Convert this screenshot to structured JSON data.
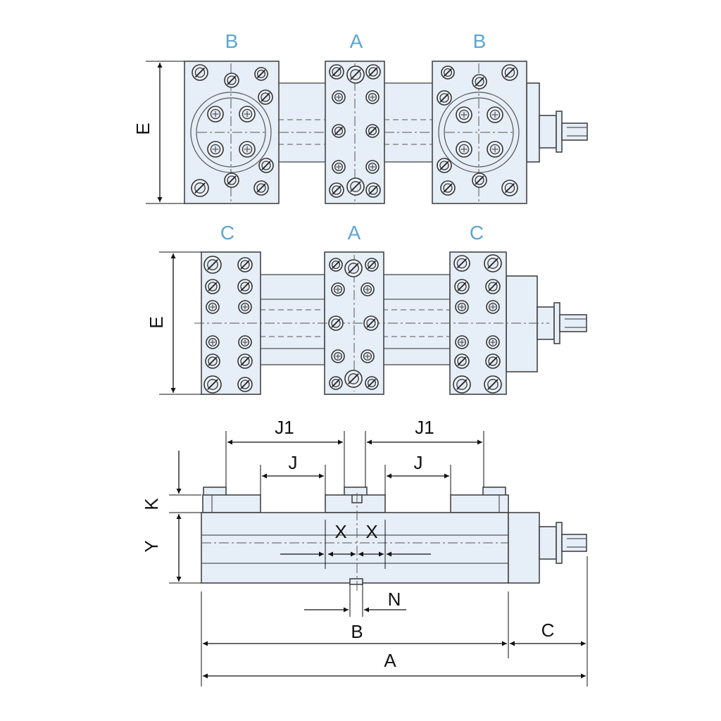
{
  "figure": {
    "top_view_1": {
      "jaw_labels": [
        "B",
        "A",
        "B"
      ],
      "dimension": "E"
    },
    "top_view_2": {
      "jaw_labels": [
        "C",
        "A",
        "C"
      ],
      "dimension": "E"
    },
    "side_view": {
      "dimensions": {
        "j1_left": "J1",
        "j1_right": "J1",
        "j_left": "J",
        "j_right": "J",
        "k": "K",
        "y": "Y",
        "x_left": "X",
        "x_right": "X",
        "n": "N",
        "b": "B",
        "c": "C",
        "a": "A"
      }
    }
  },
  "colors": {
    "part_fill": "#e6eef8",
    "jaw_label": "#5ba6d6",
    "line": "#111111"
  }
}
